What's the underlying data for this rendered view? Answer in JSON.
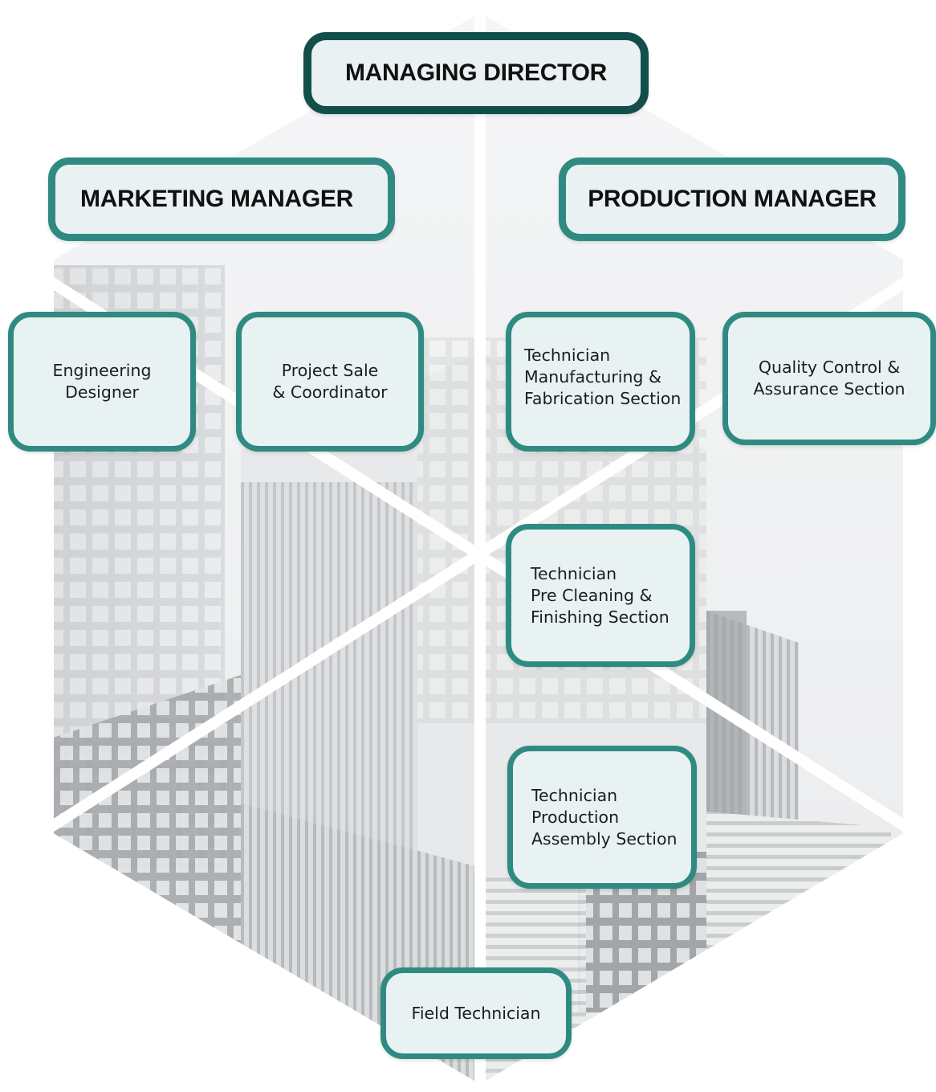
{
  "chart": {
    "top": "MANAGING DIRECTOR",
    "branches": [
      {
        "head": "MARKETING MANAGER",
        "units": [
          {
            "lines": [
              "Engineering",
              "Designer"
            ]
          },
          {
            "lines": [
              "Project Sale",
              "& Coordinator"
            ]
          }
        ]
      },
      {
        "head": "PRODUCTION MANAGER",
        "units": [
          {
            "lines": [
              "Technician",
              "Manufacturing &",
              "Fabrication Section"
            ]
          },
          {
            "lines": [
              "Quality Control &",
              "Assurance Section"
            ]
          },
          {
            "lines": [
              "Technician",
              "Pre Cleaning &",
              "Finishing Section"
            ]
          },
          {
            "lines": [
              "Technician",
              "Production",
              "Assembly Section"
            ]
          }
        ]
      }
    ],
    "bottom": "Field Technician"
  },
  "colors": {
    "accent_teal": "#2f8b82",
    "dark_teal": "#124f4b",
    "box_fill": "#e9f1f2"
  }
}
